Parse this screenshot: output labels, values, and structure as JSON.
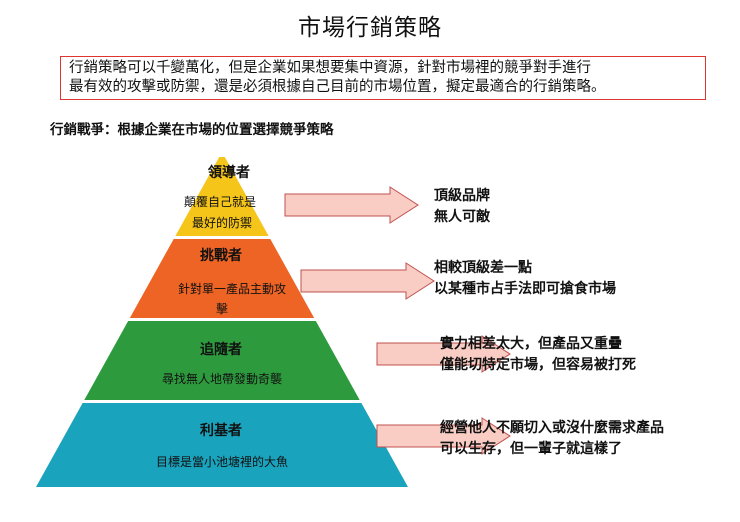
{
  "page": {
    "title": "市場行銷策略",
    "intro_lines": [
      "行銷策略可以千變萬化，但是企業如果想要集中資源，針對市場裡的競爭對手進行",
      "最有效的攻擊或防禦，還是必須根據自己目前的市場位置，擬定最適合的行銷策略。"
    ],
    "subtitle": "行銷戰爭：根據企業在市場的位置選擇競爭策略"
  },
  "tiers": [
    {
      "title": "領導者",
      "desc_lines": [
        "顛覆自己就是",
        "最好的防禦"
      ],
      "color": "#f5c51a",
      "note_lines": [
        "頂級品牌",
        "無人可敵"
      ]
    },
    {
      "title": "挑戰者",
      "desc_lines": [
        "針對單一產品主動攻",
        "擊"
      ],
      "color": "#ee6424",
      "note_lines": [
        "相較頂級差一點",
        "以某種市占手法即可搶食市場"
      ]
    },
    {
      "title": "追隨者",
      "desc_lines": [
        "尋找無人地帶發動奇襲"
      ],
      "color": "#2e9a3e",
      "note_lines": [
        "實力相差太大，但產品又重疊",
        "僅能切特定市場，但容易被打死"
      ]
    },
    {
      "title": "利基者",
      "desc_lines": [
        "目標是當小池塘裡的大魚"
      ],
      "color": "#1aa3bd",
      "note_lines": [
        "經營他人不願切入或沒什麼需求產品",
        "可以生存，但一輩子就這樣了"
      ]
    }
  ],
  "colors": {
    "intro_border": "#e0342f",
    "arrow_fill": "#f9cdc4",
    "arrow_stroke": "#c0504d"
  }
}
